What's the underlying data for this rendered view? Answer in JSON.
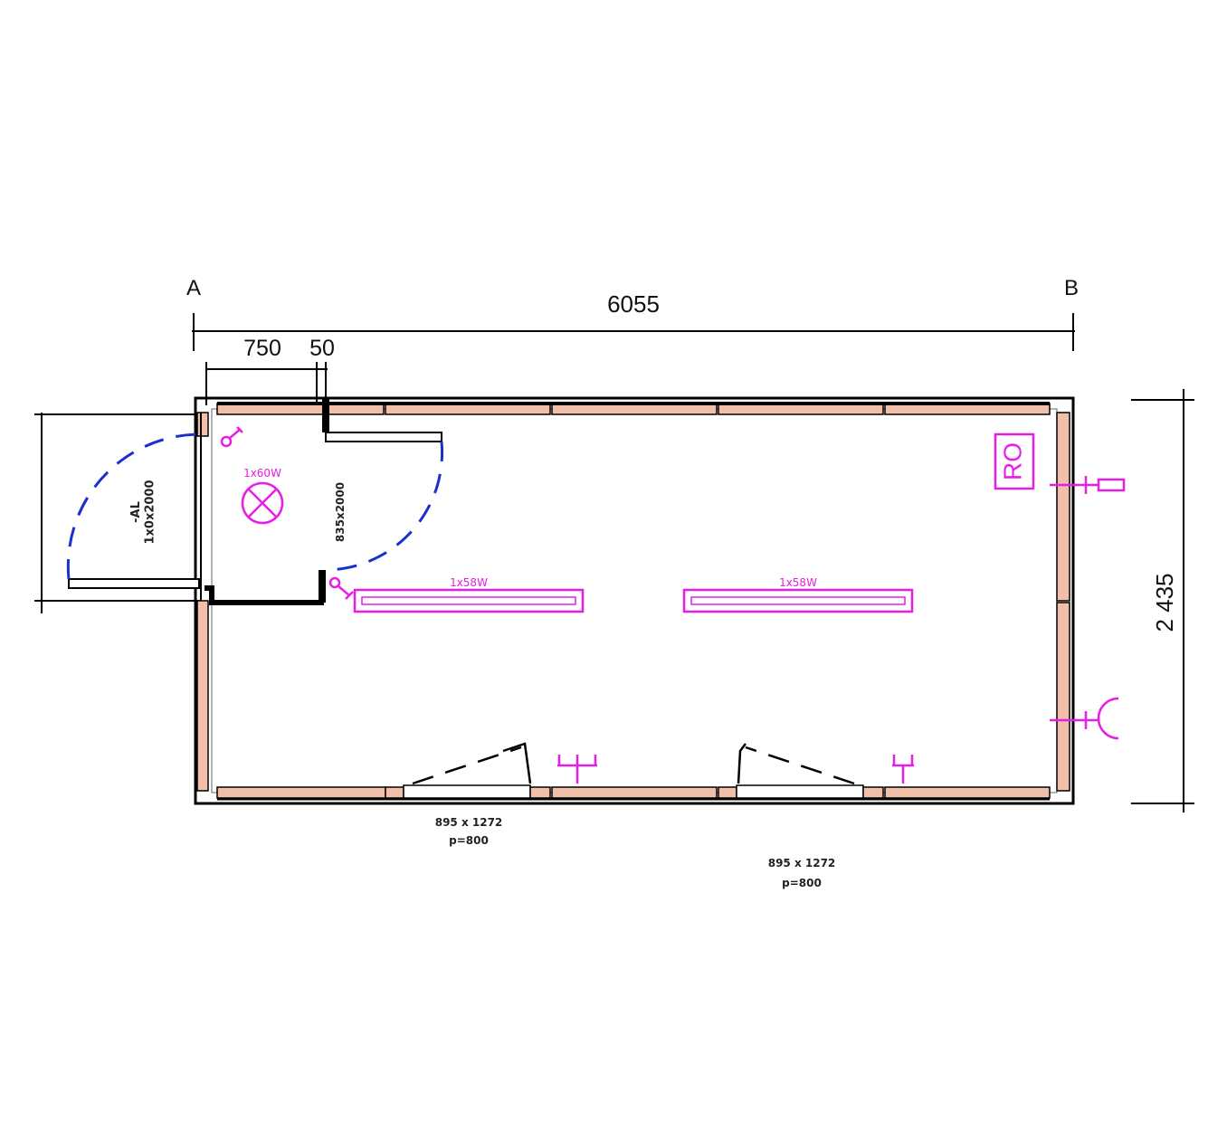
{
  "diagram": {
    "axis_labels": {
      "left": "A",
      "right": "B"
    },
    "dimensions": {
      "overall_width": "6055",
      "vestibule_width": "750",
      "partition_width": "50",
      "overall_depth": "2 435"
    },
    "lights": {
      "vestibule_lamp": "1x60W",
      "fixture_1": "1x58W",
      "fixture_2": "1x58W"
    },
    "door_labels": {
      "entrance_door": "-AL\n1x0x2000",
      "inner_door": "835x2000"
    },
    "radiator_label": "RO",
    "windows": {
      "window_1": {
        "size": "895 x 1272",
        "sill": "p=800"
      },
      "window_2": {
        "size": "895 x 1272",
        "sill": "p=800"
      }
    },
    "colors": {
      "electrical": "#e61ee6",
      "insulation": "#f2bfa8",
      "door_swing": "#1a2fcf",
      "wall": "#000000"
    }
  }
}
